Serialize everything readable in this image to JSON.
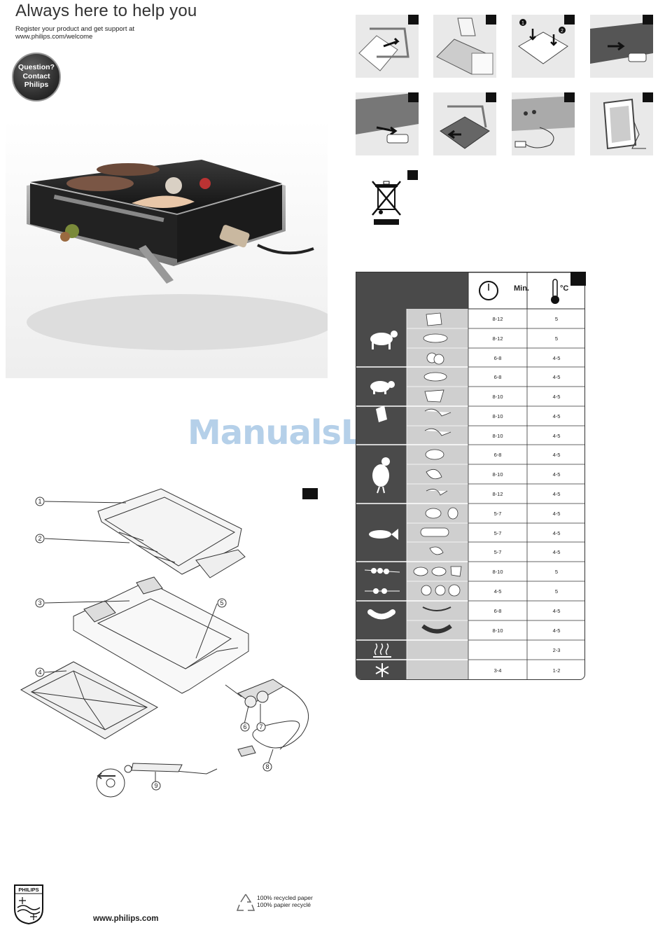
{
  "header": {
    "title": "Always here to help you",
    "register_line1": "Register your product and get support at",
    "register_line2": "www.philips.com/welcome",
    "badge_line1": "Question?",
    "badge_line2": "Contact",
    "badge_line3": "Philips"
  },
  "watermark": "ManualsLib.com",
  "diagram": {
    "callouts": [
      "1",
      "2",
      "3",
      "4",
      "5",
      "6",
      "7",
      "8",
      "9"
    ]
  },
  "steps": {
    "callout_numbers": [
      "1",
      "2"
    ]
  },
  "cooking_table": {
    "header_time_label": "Min.",
    "header_temp_label": "°C",
    "rows": [
      {
        "time": "8-12",
        "temp": "5"
      },
      {
        "time": "8-12",
        "temp": "5"
      },
      {
        "time": "6-8",
        "temp": "4-5"
      },
      {
        "time": "6-8",
        "temp": "4-5"
      },
      {
        "time": "8-10",
        "temp": "4-5"
      },
      {
        "time": "8-10",
        "temp": "4-5"
      },
      {
        "time": "8-10",
        "temp": "4-5"
      },
      {
        "time": "6-8",
        "temp": "4-5"
      },
      {
        "time": "8-10",
        "temp": "4-5"
      },
      {
        "time": "8-12",
        "temp": "4-5"
      },
      {
        "time": "5-7",
        "temp": "4-5"
      },
      {
        "time": "5-7",
        "temp": "4-5"
      },
      {
        "time": "5-7",
        "temp": "4-5"
      },
      {
        "time": "8-10",
        "temp": "5"
      },
      {
        "time": "4-5",
        "temp": "5"
      },
      {
        "time": "6-8",
        "temp": "4-5"
      },
      {
        "time": "8-10",
        "temp": "4-5"
      },
      {
        "time": "",
        "temp": "2-3"
      },
      {
        "time": "3-4",
        "temp": "1-2"
      }
    ]
  },
  "footer": {
    "logo_text": "PHILIPS",
    "website": "www.philips.com",
    "recycled_line1": "100% recycled paper",
    "recycled_line2": "100% papier recyclé"
  }
}
